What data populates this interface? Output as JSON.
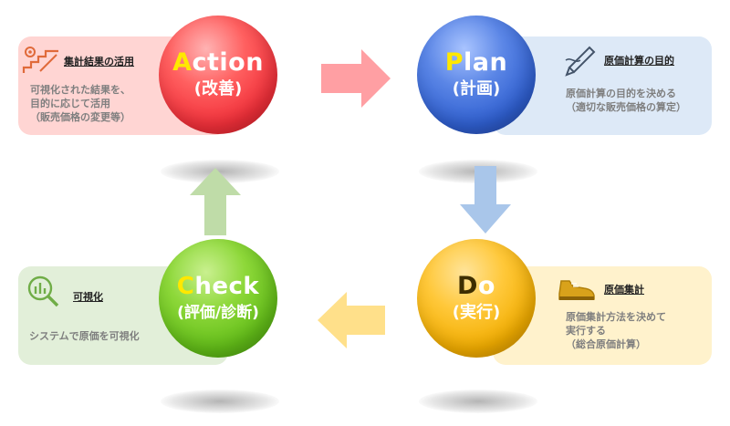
{
  "action": {
    "letter": "A",
    "rest": "ction",
    "sub": "(改善)",
    "panel_title": "集計結果の活用",
    "panel_lines": [
      "可視化された結果を、",
      "目的に応じて活用",
      "（販売価格の変更等）"
    ],
    "icon": "stairs-gear-icon"
  },
  "plan": {
    "letter": "P",
    "rest": "lan",
    "sub": "(計画)",
    "panel_title": "原価計算の目的",
    "panel_lines": [
      "原価計算の目的を決める",
      "（適切な販売価格の算定）"
    ],
    "icon": "pen-icon"
  },
  "do": {
    "letter": "D",
    "rest": "o",
    "sub": "(実行)",
    "panel_title": "原価集計",
    "panel_lines": [
      "原価集計方法を決めて",
      "実行する",
      "（総合原価計算）"
    ],
    "icon": "shoe-icon"
  },
  "check": {
    "letter": "C",
    "rest": "heck",
    "sub": "(評価/診断)",
    "panel_title": "可視化",
    "panel_lines": [
      "システムで原価を可視化"
    ],
    "icon": "magnifier-chart-icon"
  },
  "colors": {
    "action": "#f2303a",
    "plan": "#2f5fd0",
    "do": "#f2ad00",
    "check": "#62bd18",
    "arrow_right": "#ff9fa3",
    "arrow_down": "#a9c6ea",
    "arrow_left": "#ffe08a",
    "arrow_up": "#bfdca8"
  }
}
